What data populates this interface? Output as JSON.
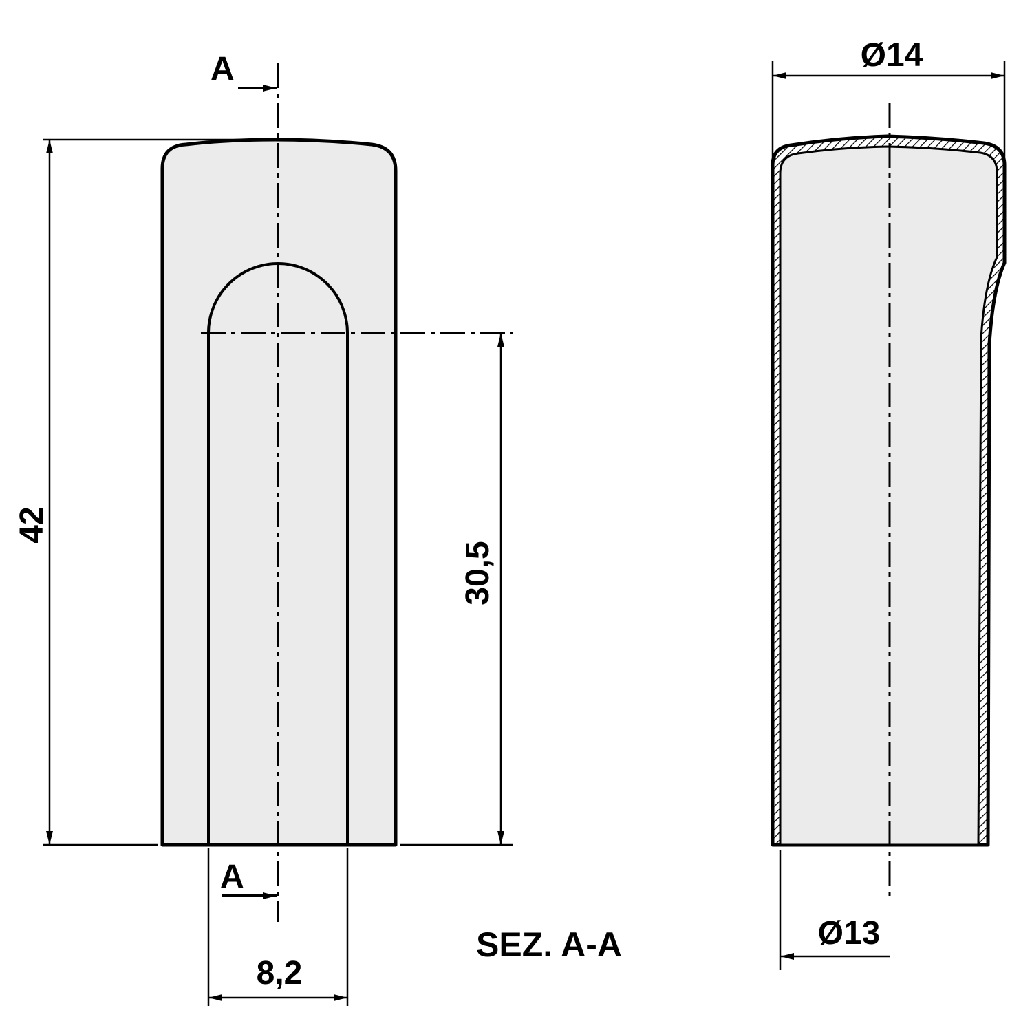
{
  "drawing": {
    "section_marker_top": "A",
    "section_marker_bottom": "A",
    "section_title": "SEZ. A-A",
    "dimensions": {
      "overall_height": "42",
      "slot_height": "30,5",
      "slot_width": "8,2",
      "outer_diameter": "Ø14",
      "inner_diameter": "Ø13"
    },
    "colors": {
      "part_fill": "#ebebeb",
      "line": "#000000"
    }
  }
}
